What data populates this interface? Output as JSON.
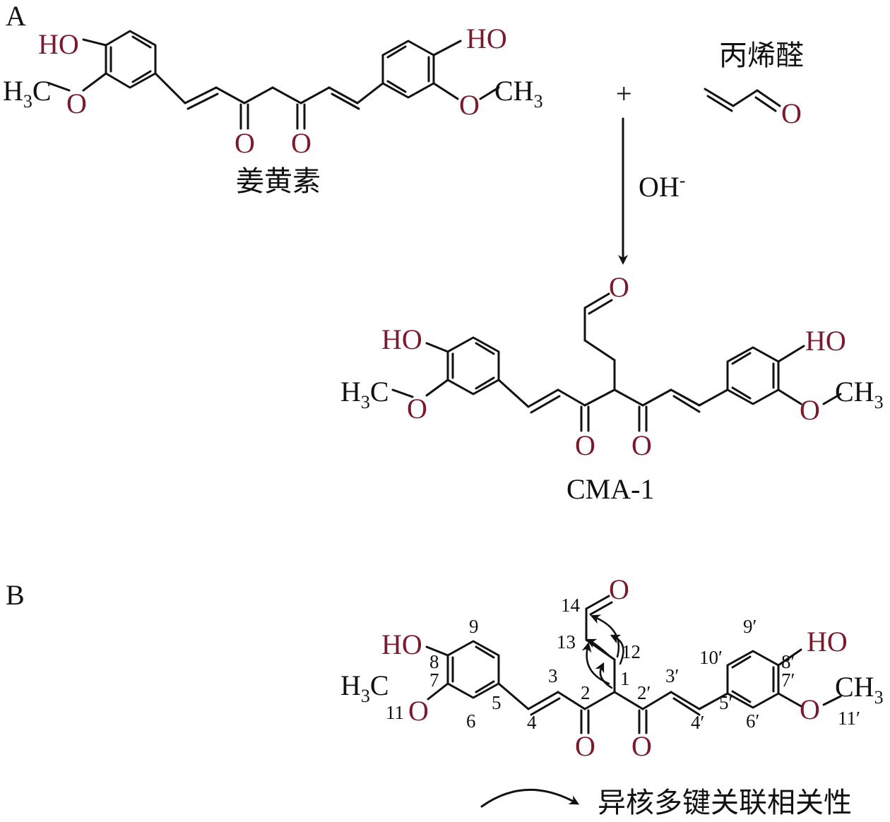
{
  "colors": {
    "heteroatom": "#7a1a2c",
    "bond": "#111111",
    "background": "#ffffff"
  },
  "panel_a": {
    "label": "A",
    "curcumin": {
      "name": "姜黄素",
      "ho_left": "HO",
      "ho_right": "HO",
      "ch3_left_main": "H",
      "ch3_left_sub": "3",
      "ch3_left_c": "C",
      "o_left": "O",
      "o_right": "O",
      "ch3_right_main": "CH",
      "ch3_right_sub": "3",
      "ketone_o_1": "O",
      "ketone_o_2": "O"
    },
    "plus": "+",
    "acrolein": {
      "name": "丙烯醛",
      "o": "O"
    },
    "reagent": {
      "main": "OH",
      "sup": "-"
    },
    "product": {
      "name": "CMA-1",
      "aldehyde_o": "O",
      "ho_left": "HO",
      "ho_right": "HO",
      "ch3_left_main": "H",
      "ch3_left_sub": "3",
      "ch3_left_c": "C",
      "o_left": "O",
      "o_right": "O",
      "ch3_right_main": "CH",
      "ch3_right_sub": "3",
      "ketone_o_1": "O",
      "ketone_o_2": "O"
    }
  },
  "panel_b": {
    "label": "B",
    "ho_left": "HO",
    "ho_right": "HO",
    "ch3_left_main": "H",
    "ch3_left_sub": "3",
    "ch3_left_c": "C",
    "o_left": "O",
    "o_right": "O",
    "ch3_right_main": "CH",
    "ch3_right_sub": "3",
    "aldehyde_o": "O",
    "ketone_o_1": "O",
    "ketone_o_2": "O",
    "atom_numbers": {
      "n1": "1",
      "n2": "2",
      "n3": "3",
      "n4": "4",
      "n5": "5",
      "n6": "6",
      "n7": "7",
      "n8": "8",
      "n9": "9",
      "n11": "11",
      "n12": "12",
      "n13": "13",
      "n14": "14",
      "n2p": "2′",
      "n3p": "3′",
      "n4p": "4′",
      "n5p": "5′",
      "n6p": "6′",
      "n7p": "7′",
      "n8p": "8′",
      "n9p": "9′",
      "n10p": "10′",
      "n11p": "11′"
    },
    "legend": "异核多键关联相关性"
  }
}
